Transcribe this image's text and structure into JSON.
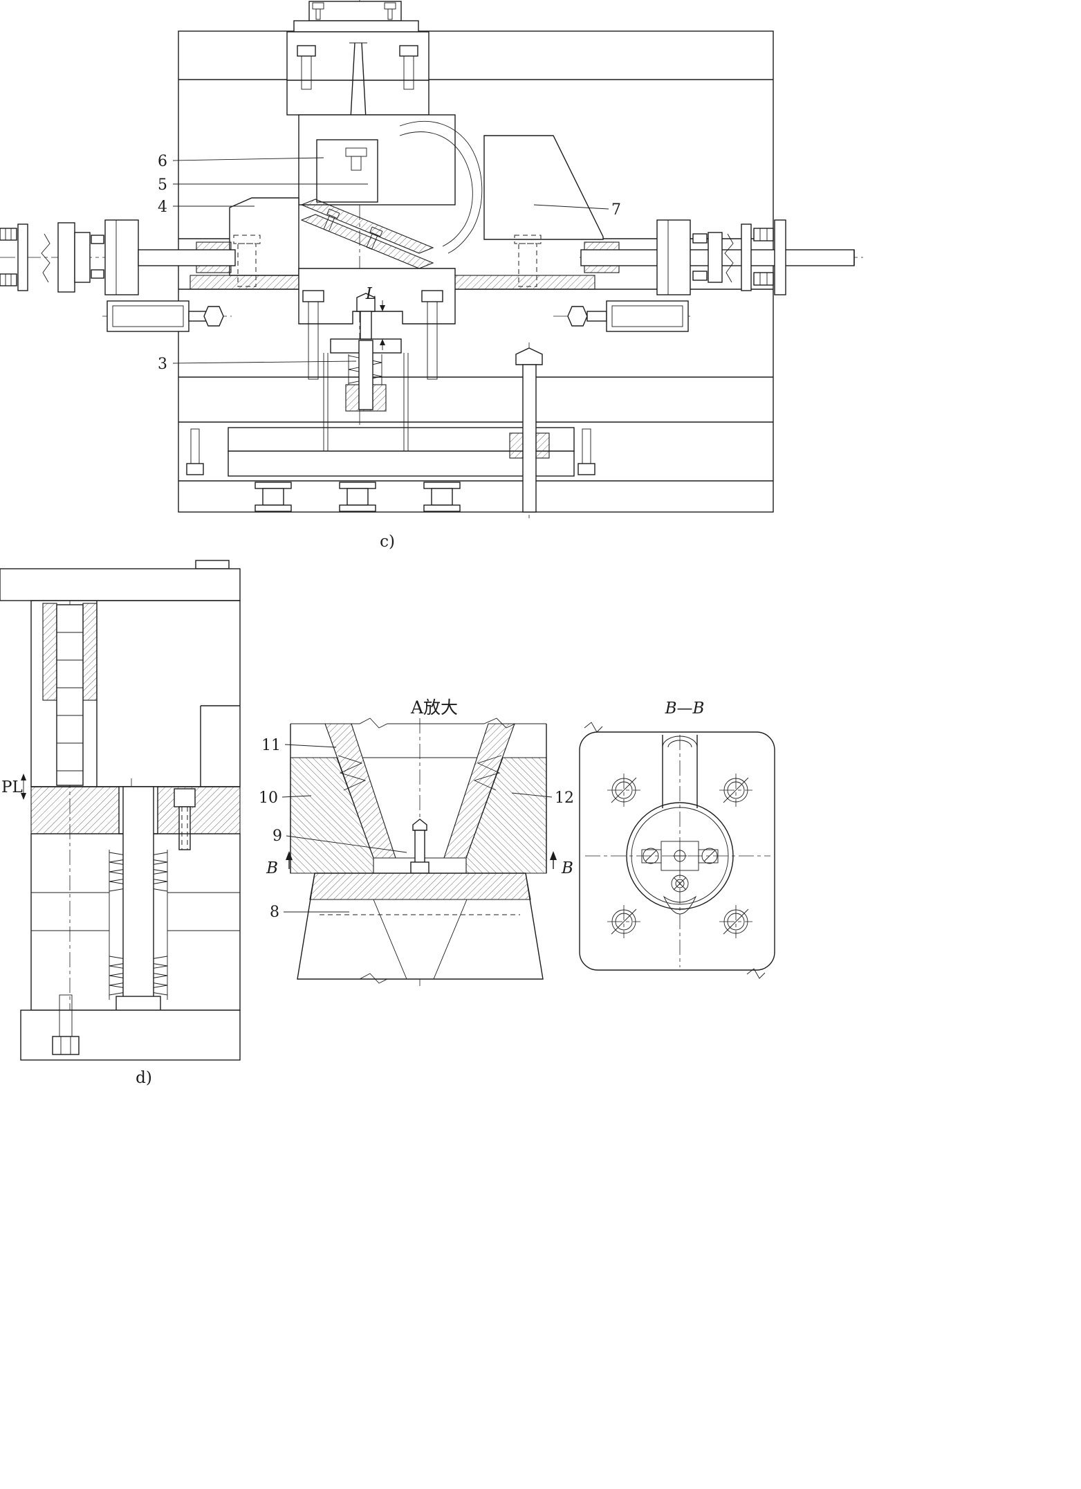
{
  "document": {
    "type": "engineering-drawing",
    "background": "#ffffff",
    "line_color": "#1c1c1c"
  },
  "figure_c": {
    "caption": "c)",
    "dimension_label": "L",
    "labels": {
      "n3": "3",
      "n4": "4",
      "n5": "5",
      "n6": "6",
      "n7": "7"
    }
  },
  "figure_d": {
    "caption": "d)",
    "parting_line_label": "PL"
  },
  "detail_a": {
    "title": "A放大",
    "section_arrow_left": "B",
    "section_arrow_right": "B",
    "labels": {
      "n8": "8",
      "n9": "9",
      "n10": "10",
      "n11": "11",
      "n12": "12"
    }
  },
  "section_bb": {
    "title": "B—B"
  }
}
